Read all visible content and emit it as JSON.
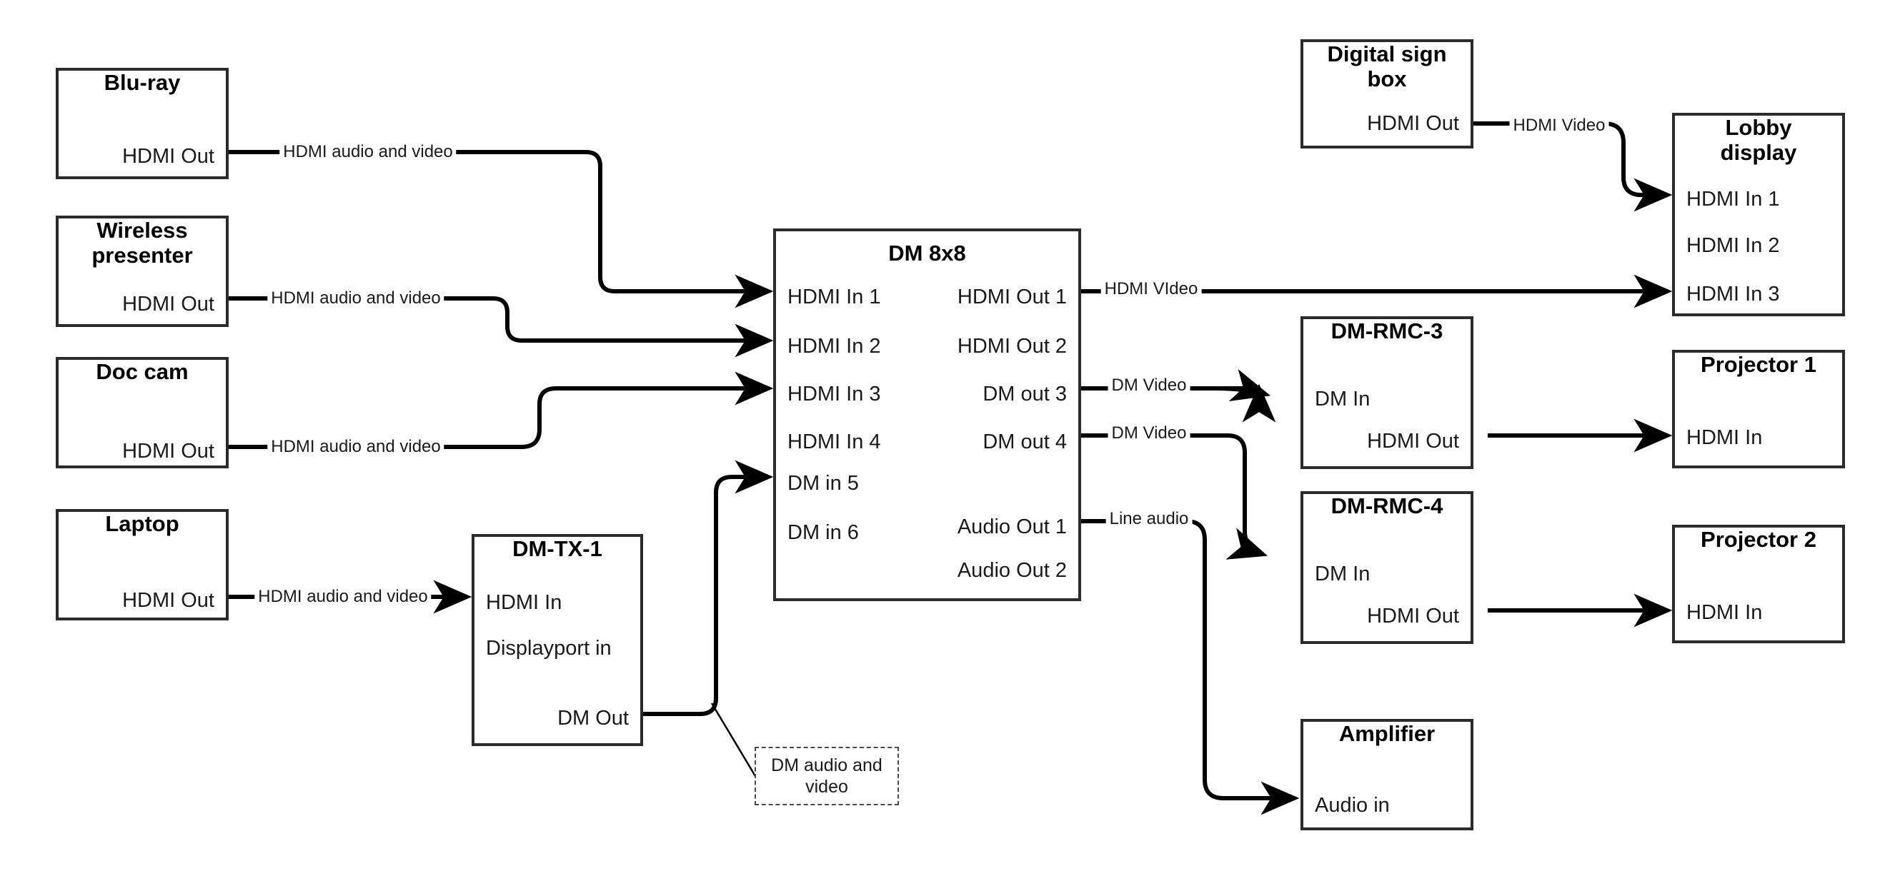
{
  "diagram": {
    "title": "AV signal flow diagram",
    "background_color": "#ffffff",
    "line_color": "#000000",
    "box_border_color": "#2b2b2b"
  },
  "nodes": {
    "bluray": {
      "title": "Blu-ray",
      "ports": {
        "out1": "HDMI Out"
      }
    },
    "wireless": {
      "title": "Wireless\npresenter",
      "ports": {
        "out1": "HDMI Out"
      }
    },
    "doccam": {
      "title": "Doc cam",
      "ports": {
        "out1": "HDMI Out"
      }
    },
    "laptop": {
      "title": "Laptop",
      "ports": {
        "out1": "HDMI Out"
      }
    },
    "dmtx1": {
      "title": "DM-TX-1",
      "ports": {
        "in1": "HDMI In",
        "in2": "Displayport in",
        "out1": "DM Out"
      }
    },
    "dm8x8": {
      "title": "DM 8x8",
      "inputs": [
        "HDMI In 1",
        "HDMI In 2",
        "HDMI In 3",
        "HDMI In 4",
        "DM in 5",
        "DM in 6"
      ],
      "outputs": [
        "HDMI Out 1",
        "HDMI Out 2",
        "DM out 3",
        "DM out 4",
        "Audio Out 1",
        "Audio Out 2"
      ]
    },
    "signbox": {
      "title": "Digital sign\nbox",
      "ports": {
        "out1": "HDMI Out"
      }
    },
    "lobby": {
      "title": "Lobby\ndisplay",
      "inputs": [
        "HDMI In 1",
        "HDMI In 2",
        "HDMI In 3"
      ]
    },
    "rmc3": {
      "title": "DM-RMC-3",
      "ports": {
        "in1": "DM In",
        "out1": "HDMI Out"
      }
    },
    "rmc4": {
      "title": "DM-RMC-4",
      "ports": {
        "in1": "DM In",
        "out1": "HDMI Out"
      }
    },
    "projector1": {
      "title": "Projector 1",
      "ports": {
        "in1": "HDMI In"
      }
    },
    "projector2": {
      "title": "Projector 2",
      "ports": {
        "in1": "HDMI In"
      }
    },
    "amplifier": {
      "title": "Amplifier",
      "ports": {
        "in1": "Audio in"
      }
    }
  },
  "notes": {
    "dm_audio_video": "DM audio and\nvideo"
  },
  "wire_labels": {
    "bluray_to_dm": "HDMI audio and video",
    "wireless_to_dm": "HDMI audio and video",
    "doccam_to_dm": "HDMI audio and video",
    "laptop_to_tx": "HDMI audio and video",
    "signbox_to_lobby": "HDMI Video",
    "hdmiout1_to_lobby": "HDMI VIdeo",
    "dmout3_to_rmc3": "DM Video",
    "dmout4_to_rmc4": "DM Video",
    "audioout1_to_amp": "Line audio"
  }
}
